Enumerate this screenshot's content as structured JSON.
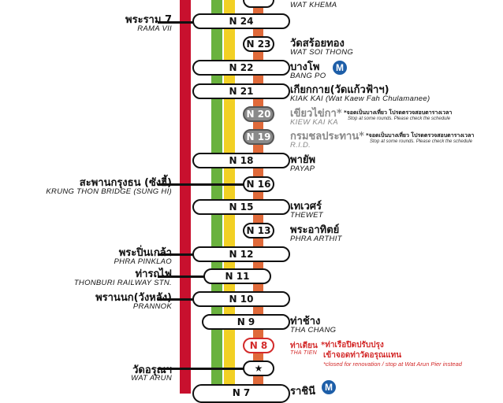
{
  "colors": {
    "red_line": "#c8102e",
    "green_line": "#6ab23e",
    "yellow_line": "#f2d024",
    "orange_line": "#e06a3a"
  },
  "piers": {
    "wat_khema": {
      "en": "WAT KHEMA"
    },
    "rama7": {
      "code": "N 24",
      "th": "พระราม 7",
      "en": "RAMA VII"
    },
    "wat_soi_thong": {
      "code": "N 23",
      "th": "วัดสร้อยทอง",
      "en": "WAT SOI THONG"
    },
    "bang_po": {
      "code": "N 22",
      "th": "บางโพ",
      "en": "BANG PO",
      "mrt": "M"
    },
    "kiak_kai": {
      "code": "N 21",
      "th": "เกียกกาย(วัดแก้วฟ้าฯ)",
      "en": "KIAK KAI (Wat Kaew Fah Chulamanee)"
    },
    "kiew_kai_ka": {
      "code": "N 20",
      "th": "เขียวไข่กา*",
      "en": "KIEW KAI KA",
      "note_th": "*จอดเป็นบางเที่ยว โปรดตรวจสอบตารางเวลา",
      "note_en": "Stop at some rounds. Please check the schedule"
    },
    "rid": {
      "code": "N 19",
      "th": "กรมชลประทาน*",
      "en": "R.I.D.",
      "note_th": "*จอดเป็นบางเที่ยว โปรดตรวจสอบตารางเวลา",
      "note_en": "Stop at some rounds. Please check the schedule"
    },
    "payap": {
      "code": "N 18",
      "th": "พายัพ",
      "en": "PAYAP"
    },
    "krung_thon": {
      "code": "N 16",
      "th": "สะพานกรุงธน (ซังฮี้)",
      "en": "KRUNG THON BRIDGE (SUNG HI)"
    },
    "thewet": {
      "code": "N 15",
      "th": "เทเวศร์",
      "en": "THEWET"
    },
    "phra_arthit": {
      "code": "N 13",
      "th": "พระอาทิตย์",
      "en": "PHRA ARTHIT"
    },
    "phra_pinklao": {
      "code": "N 12",
      "th": "พระปิ่นเกล้า",
      "en": "PHRA PINKLAO"
    },
    "thonburi_rly": {
      "code": "N 11",
      "th": "ท่ารถไฟ",
      "en": "THONBURI RAILWAY STN."
    },
    "prannok": {
      "code": "N 10",
      "th": "พรานนก(วังหลัง)",
      "en": "PRANNOK"
    },
    "tha_chang": {
      "code": "N 9",
      "th": "ท่าช้าง",
      "en": "THA CHANG"
    },
    "tha_tien": {
      "code": "N 8",
      "th": "ท่าเตียน",
      "en": "THA TIEN",
      "note_th1": "*ท่าเรือปิดปรับปรุง",
      "note_th2": "เข้าจอดท่าวัดอรุณแทน",
      "note_en": "*closed for renovation / stop at Wat Arun Pier instead"
    },
    "wat_arun": {
      "th": "วัดอรุณฯ",
      "en": "WAT ARUN",
      "symbol": "★"
    },
    "rajinee": {
      "code": "N 7",
      "th": "ราชินี",
      "mrt": "M"
    }
  }
}
